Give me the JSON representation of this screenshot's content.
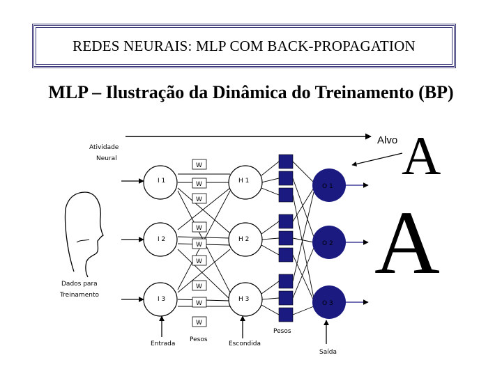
{
  "header": {
    "title": "REDES NEURAIS: MLP COM BACK-PROPAGATION"
  },
  "slide": {
    "subtitle": "MLP – Ilustração da Dinâmica do Treinamento (BP)"
  },
  "diagram": {
    "activity_label_1": "Atividade",
    "activity_label_2": "Neural",
    "target_label": "Alvo",
    "target_letter_small": "A",
    "target_letter_large": "A",
    "data_label_1": "Dados para",
    "data_label_2": "Treinamento",
    "input_nodes": [
      "I 1",
      "I 2",
      "I 3"
    ],
    "hidden_nodes": [
      "H 1",
      "H 2",
      "H 3"
    ],
    "output_nodes": [
      "O 1",
      "O 2",
      "O 3"
    ],
    "weight_label": "W",
    "input_layer_label": "Entrada",
    "weights_label_1": "Pesos",
    "hidden_layer_label": "Escondida",
    "weights_label_2": "Pesos",
    "output_layer_label": "Saída",
    "colors": {
      "output_node": "#1a1a80",
      "weight_box": "#1a1a80",
      "lines": "#000000",
      "border": "#3b3b7a"
    }
  }
}
